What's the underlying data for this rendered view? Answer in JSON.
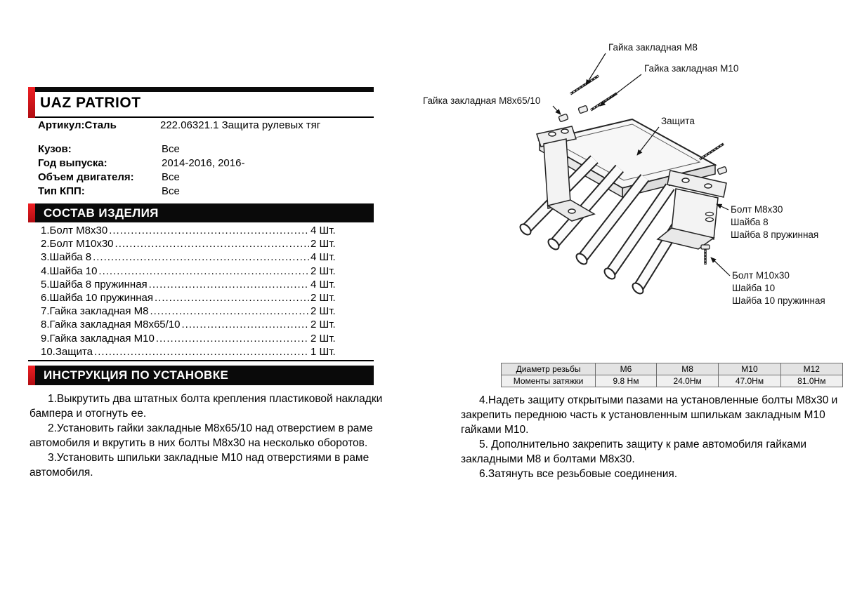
{
  "header": {
    "brand": "UAZ PATRIOT",
    "article_label": "Артикул:Сталь",
    "article_value": "222.06321.1 Защита рулевых тяг"
  },
  "specs": [
    {
      "label": "Кузов:",
      "value": "Все"
    },
    {
      "label": "Год выпуска:",
      "value": "2014-2016, 2016-"
    },
    {
      "label": "Объем двигателя:",
      "value": "Все"
    },
    {
      "label": "Тип КПП:",
      "value": "Все"
    }
  ],
  "parts": {
    "title": "СОСТАВ ИЗДЕЛИЯ",
    "items": [
      {
        "name": "1.Болт М8х30",
        "qty": "4 Шт."
      },
      {
        "name": "2.Болт М10х30",
        "qty": "2 Шт."
      },
      {
        "name": "3.Шайба 8",
        "qty": "4 Шт."
      },
      {
        "name": "4.Шайба 10",
        "qty": "2 Шт."
      },
      {
        "name": "5.Шайба 8 пружинная",
        "qty": "4 Шт."
      },
      {
        "name": "6.Шайба 10 пружинная",
        "qty": "2 Шт."
      },
      {
        "name": "7.Гайка закладная М8",
        "qty": "2 Шт."
      },
      {
        "name": "8.Гайка закладная М8х65/10",
        "qty": "2 Шт."
      },
      {
        "name": "9.Гайка закладная М10",
        "qty": "2 Шт."
      },
      {
        "name": "10.Защита",
        "qty": "1 Шт."
      }
    ]
  },
  "instructions": {
    "title": "ИНСТРУКЦИЯ ПО УСТАНОВКЕ",
    "left": [
      "1.Выкрутить два штатных болта крепления пластиковой накладки бампера и отогнуть ее.",
      "2.Установить гайки закладные М8х65/10 над отверстием в раме автомобиля и вкрутить в них болты М8х30 на несколько оборотов.",
      "3.Установить шпильки закладные М10 над отверстиями в раме автомобиля."
    ],
    "right": [
      "4.Надеть защиту открытыми пазами на установленные болты М8х30 и закрепить переднюю часть к установленным шпилькам закладным М10 гайками М10.",
      "5. Дополнительно закрепить защиту к раме автомобиля гайками закладными М8 и болтами М8х30.",
      "6.Затянуть все резьбовые соединения."
    ]
  },
  "diagram": {
    "callouts": {
      "nut_m8": "Гайка закладная М8",
      "nut_m10": "Гайка закладная М10",
      "nut_m8x65": "Гайка закладная М8х65/10",
      "shield": "Защита",
      "bolt_m8x30": "Болт М8х30",
      "washer8": "Шайба 8",
      "washer8_spring": "Шайба 8 пружинная",
      "bolt_m10x30": "Болт М10х30",
      "washer10": "Шайба 10",
      "washer10_spring": "Шайба 10 пружинная"
    }
  },
  "torque_table": {
    "header": [
      "Диаметр резьбы",
      "М6",
      "М8",
      "М10",
      "М12"
    ],
    "values": [
      "Моменты затяжки",
      "9.8 Нм",
      "24.0Нм",
      "47.0Нм",
      "81.0Нм"
    ]
  },
  "colors": {
    "accent_red": "#d8121a",
    "bar_black": "#0a0a0a",
    "table_header_bg": "#e3e3e3"
  }
}
